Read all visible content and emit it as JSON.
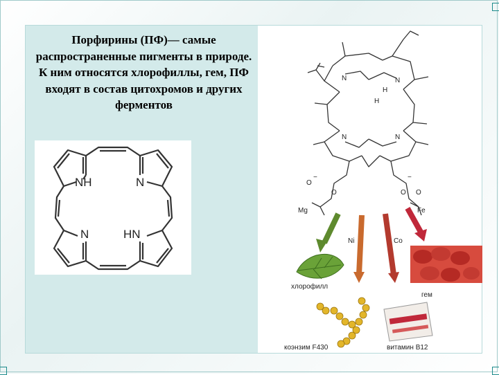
{
  "slide": {
    "caption": "Порфирины  (ПФ)— самые распространенные пигменты в природе. К ним относятся хлорофиллы,  гем,  ПФ входят в состав цитохромов и других ферментов"
  },
  "porphine": {
    "nh1": "NH",
    "n1": "N",
    "n2": "N",
    "hn": "HN"
  },
  "protoporphyrin": {
    "n_top": "N",
    "n_right": "N",
    "n_left": "N",
    "n_bottom": "N",
    "h1": "H",
    "h2": "H",
    "o1": "O",
    "o2": "O",
    "o3": "O",
    "o4": "O",
    "minus1": "−",
    "minus2": "−"
  },
  "pathways": {
    "mg": "Mg",
    "ni": "Ni",
    "co": "Co",
    "fe": "Fe",
    "chlorophyll": "хлорофилл",
    "heme": "гем",
    "coenzyme": "коэнзим F430",
    "vitamin": "витамин B12"
  },
  "colors": {
    "panel": "#d3eaea",
    "frame": "#9fc9c9",
    "arrow_mg": "#5e8a2e",
    "arrow_ni": "#c96a2e",
    "arrow_co": "#b33a2e",
    "arrow_fe": "#c0283a"
  }
}
